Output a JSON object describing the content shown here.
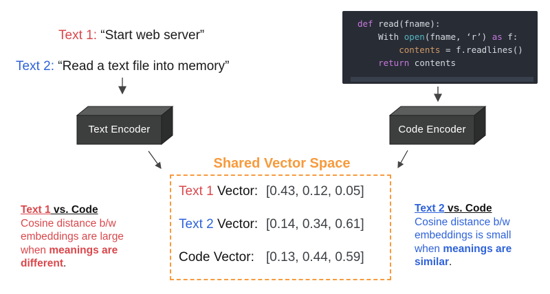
{
  "colors": {
    "red": "#d9474b",
    "blue": "#2e62d9",
    "orange": "#f79a3c",
    "code_bg": "#282c35",
    "code_text": "#d6dae0",
    "code_purple": "#c678dd",
    "code_cyan": "#56b6c2",
    "code_orange": "#d19a66",
    "box_front": "#3d3e3e",
    "box_top": "#5c5d5d",
    "box_side": "#2c2d2d"
  },
  "samples": {
    "text1_label": "Text 1:",
    "text1_value": " “Start web server”",
    "text2_label": "Text 2:",
    "text2_value": " “Read a text file into memory”"
  },
  "code": {
    "lines": [
      {
        "tokens": [
          {
            "c": "kw",
            "t": "def"
          },
          {
            "c": "pl",
            "t": " read(fname):"
          }
        ]
      },
      {
        "tokens": [
          {
            "c": "pl",
            "t": "    With "
          },
          {
            "c": "fn",
            "t": "open"
          },
          {
            "c": "pl",
            "t": "(fname, ‘r’) "
          },
          {
            "c": "kw",
            "t": "as"
          },
          {
            "c": "pl",
            "t": " f:"
          }
        ]
      },
      {
        "tokens": [
          {
            "c": "var",
            "t": "        contents"
          },
          {
            "c": "pl",
            "t": " = f.readlines()"
          }
        ]
      },
      {
        "tokens": [
          {
            "c": "pl",
            "t": "    "
          },
          {
            "c": "kw",
            "t": "return"
          },
          {
            "c": "pl",
            "t": " contents"
          }
        ]
      }
    ]
  },
  "encoders": {
    "text_label": "Text Encoder",
    "code_label": "Code Encoder"
  },
  "vector_space": {
    "title": "Shared Vector Space",
    "rows": [
      {
        "label_colored": "Text 1",
        "label_rest": " Vector:",
        "value": "[0.43, 0.12, 0.05]"
      },
      {
        "label_colored": "Text 2",
        "label_rest": " Vector:",
        "value": "[0.14, 0.34, 0.61]"
      },
      {
        "label_colored": "",
        "label_rest": "Code Vector:",
        "value": "[0.13, 0.44, 0.59]"
      }
    ]
  },
  "annotations": {
    "left": {
      "title_colored": "Text 1",
      "title_rest": " vs. Code",
      "body_normal": "Cosine distance b/w embeddings are large when ",
      "body_bold": "meanings are different",
      "period": "."
    },
    "right": {
      "title_colored": "Text 2",
      "title_rest": " vs. Code",
      "body_normal": "Cosine distance b/w embeddings is small when ",
      "body_bold": "meanings are similar",
      "period": "."
    }
  }
}
